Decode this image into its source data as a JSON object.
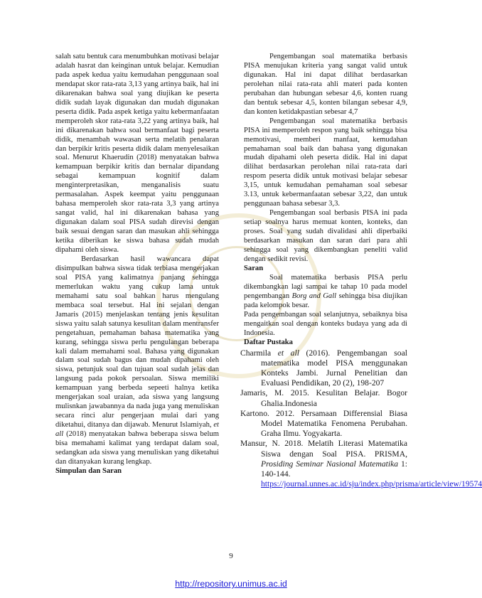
{
  "left_column": {
    "p1": "salah satu bentuk cara menumbuhkan motivasi belajar adalah hasrat dan keinginan untuk belajar. Kemudian pada aspek kedua yaitu kemudahan penggunaan soal mendapat skor rata-rata 3,13 yang artinya baik, hal ini dikarenakan bahwa soal yang diujikan ke peserta didik sudah layak digunakan dan mudah digunakan peserta didik. Pada aspek ketiga yaitu kebermanfaatan memperoleh skor rata-rata 3,22 yang artinya baik, hal ini dikarenakan bahwa soal bermanfaat bagi peserta didik, menambah wawasan serta melatih penalaran dan berpikir kritis peserta didik dalam menyelesaikan soal. Menurut Khaerudin (2018) menyatakan bahwa kemampuan berpikir kritis dan bernalar dipandang sebagai kemampuan kognitif dalam menginterpretasikan, menganalisis suatu permasalahan. Aspek keempat yaitu penggunaan bahasa memperoleh skor rata-rata 3,3 yang artinya sangat valid, hal ini dikarenakan bahasa yang digunakan dalam soal PISA sudah direvisi dengan baik sesuai dengan saran dan masukan ahli sehingga ketika diberikan ke siswa bahasa sudah mudah dipahami oleh siswa.",
    "p2_before_etal": "Berdasarkan hasil wawancara dapat disimpulkan bahwa siswa tidak terbiasa mengerjakan soal PISA yang kalimatnya panjang sehingga memerlukan waktu yang cukup lama untuk memahami satu soal bahkan harus mengulang membaca soal tersebut. Hal ini sejalan dengan Jamaris (2015) menjelaskan tentang jenis kesulitan siswa yaitu salah satunya kesulitan dalam mentransfer pengetahuan, pemahaman bahasa matematika yang kurang, sehingga siswa perlu pengulangan beberapa kali dalam memahami soal. Bahasa yang digunakan dalam soal sudah bagus dan mudah dipahami oleh siswa, petunjuk soal dan tujuan soal sudah jelas dan langsung pada pokok persoalan. Siswa memiliki kemampuan yang berbeda sepeeti halnya ketika mengerjakan soal uraian, ada siswa yang langsung mulisnkan jawabannya da nada juga yang menuliskan secara rinci alur pengerjaan mulai dari yang diketahui, ditanya dan dijawab. Menurut Islamiyah,",
    "p2_etal": "et all",
    "p2_after_etal": "(2018) menyatakan bahwa beberapa siswa belum bisa memahami kalimat yang terdapat dalam soal, sedangkan ada siswa yang menuliskan yang diketahui dan ditanyakan kurang lengkap.",
    "heading": "Simpulan dan Saran"
  },
  "right_column": {
    "p1": "Pengembangan soal matematika berbasis PISA menujukan kriteria yang sangat valid untuk digunakan. Hal ini dapat dilihat berdasarkan perolehan nilai rata-rata ahli materi pada konten perubahan dan hubungan sebesar 4,6, konten ruang dan bentuk sebesar 4,5, konten bilangan sebesar 4,9, dan konten ketidakpastian sebesar 4,7",
    "p2": "Pengembangan soal matematika berbasis PISA ini memperoleh respon yang baik sehingga bisa memotivasi, memberi manfaat, kemudahan pemahaman soal baik dan bahasa yang digunakan mudah dipahami oleh peserta didik. Hal ini dapat dilihat berdasarkan perolehan nilai rata-rata dari respom peserta didik untuk motivasi belajar sebesar 3,15, untuk kemudahan pemahaman soal sebesar 3.13, untuk kebermanfaatan sebesar 3,22, dan untuk penggunaan bahasa sebesar 3,3.",
    "p3": "Pengembangan soal berbasis PISA ini pada setiap soalnya harus memuat konten, konteks, dan proses. Soal yang sudah divalidasi ahli diperbaiki berdasarkan masukan dan saran dari para ahli sehingga soal yang dikembangkan peneliti valid dengan sedikit revisi.",
    "saran_heading": "Saran",
    "saran_p1_before": "Soal matematika berbasis PISA perlu dikembangkan lagi sampai ke tahap 10 pada model pengembangan",
    "saran_p1_italic": "Borg and Gall",
    "saran_p1_after": "sehingga bisa diujikan pada kelompok besar.",
    "saran_p2": "Pada pengembangan soal selanjutnya, sebaiknya bisa mengaitkan soal dengan konteks budaya yang ada di Indonesia.",
    "references_title": "Daftar Pustaka",
    "references": [
      {
        "author": "Charmila",
        "etal": "et all",
        "rest": "(2016). Pengembangan soal matematika model PISA menggunakan Konteks Jambi. Jurnal Penelitian dan Evaluasi Pendidikan, 20 (2), 198-207"
      },
      {
        "text": "Jamaris, M. 2015. Kesulitan Belajar. Bogor Ghalia.Indonesia"
      },
      {
        "text": "Kartono. 2012. Persamaan Differensial Biasa Model Matematika Fenomena Perubahan. Graha Ilmu. Yogyakarta."
      },
      {
        "before": "Mansur, N. 2018. Melatih Literasi Matematika Siswa dengan Soal PISA. PRISMA,",
        "italic": "Prosiding Seminar Nasional Matematika",
        "after": "1: 140-144.",
        "link": "https://journal.unnes.ac.id/sju/index.php/prisma/article/view/19574"
      }
    ]
  },
  "page_number": "9",
  "footer_link": "http://repository.unimus.ac.id",
  "colors": {
    "link": "#1a1ad6",
    "text": "#1a1a1a",
    "watermark": "#e6d9a8"
  }
}
